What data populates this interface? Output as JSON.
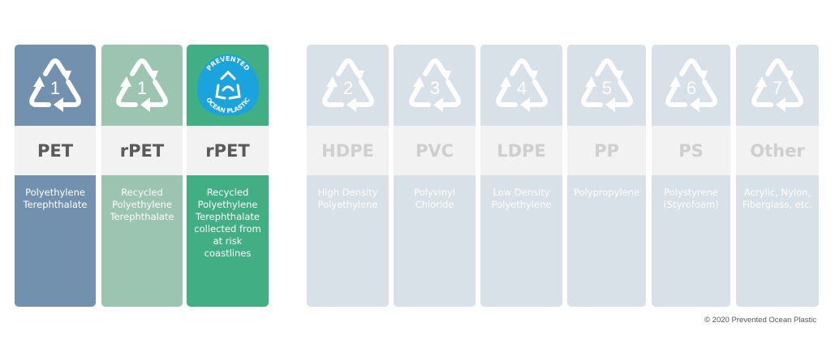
{
  "cards": [
    {
      "code": "1",
      "abbr": "PET",
      "desc": "Polyethylene Terephthalate",
      "color": "#7291ae",
      "dim": false
    },
    {
      "code": "1",
      "abbr": "rPET",
      "desc": "Recycled Polyethylene Terephthalate",
      "color": "#9bc5b0",
      "dim": false
    },
    {
      "code": "",
      "abbr": "rPET",
      "desc": "Recycled Polyethylene Terephthalate collected from at risk coastlines",
      "color": "#41ae84",
      "dim": false,
      "badge": {
        "top": "PREVENTED",
        "bottom": "OCEAN PLASTIC",
        "color": "#1ba3dd"
      }
    },
    {
      "code": "2",
      "abbr": "HDPE",
      "desc": "High Density Polyethylene",
      "color": "#d8e0e8",
      "dim": true
    },
    {
      "code": "3",
      "abbr": "PVC",
      "desc": "Polyvinyl Chloride",
      "color": "#d8e0e8",
      "dim": true
    },
    {
      "code": "4",
      "abbr": "LDPE",
      "desc": "Low Density Polyethylene",
      "color": "#d8e0e8",
      "dim": true
    },
    {
      "code": "5",
      "abbr": "PP",
      "desc": "Polypropylene",
      "color": "#d8e0e8",
      "dim": true
    },
    {
      "code": "6",
      "abbr": "PS",
      "desc": "Polystyrene (Styrofoam)",
      "color": "#d8e0e8",
      "dim": true
    },
    {
      "code": "7",
      "abbr": "Other",
      "desc": "Acrylic, Nylon, Fiberglass, etc.",
      "color": "#d8e0e8",
      "dim": true
    }
  ],
  "copyright": "© 2020 Prevented Ocean Plastic"
}
